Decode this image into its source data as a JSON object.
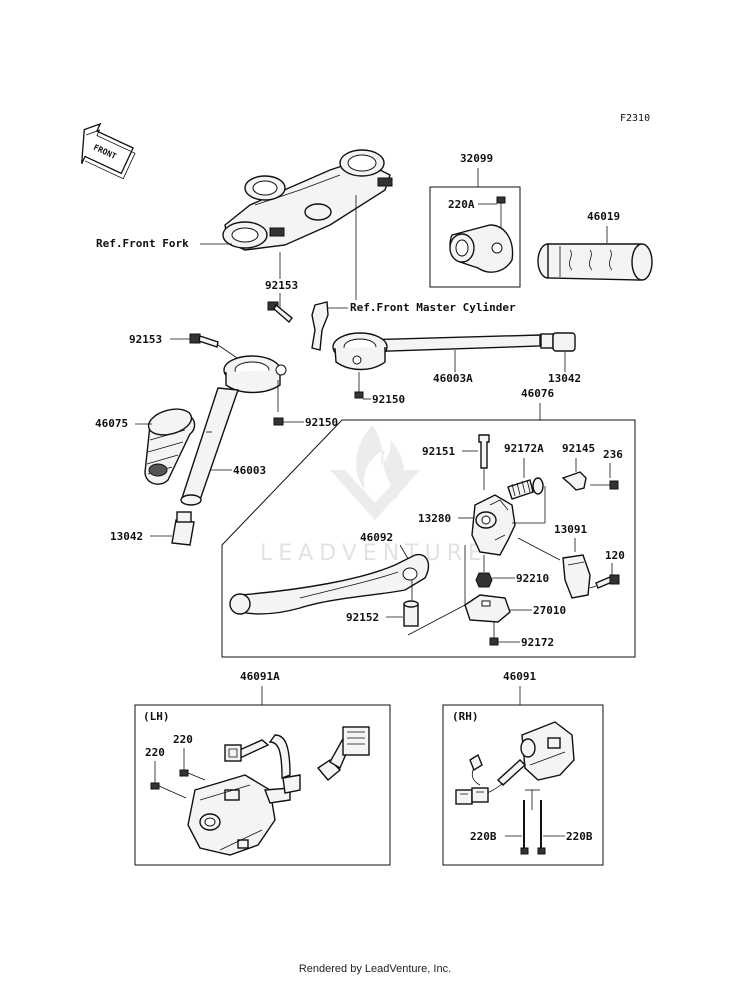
{
  "figure_code": "F2310",
  "front_arrow_label": "FRONT",
  "watermark": "LEADVENTURE",
  "footer": "Rendered by LeadVenture, Inc.",
  "labels": {
    "p32099": "32099",
    "p220A": "220A",
    "p46019": "46019",
    "refFrontFork": "Ref.Front Fork",
    "p92153a": "92153",
    "refMaster": "Ref.Front Master Cylinder",
    "p92153b": "92153",
    "p46003A": "46003A",
    "p13042a": "13042",
    "p92150a": "92150",
    "p92150b": "92150",
    "p46076": "46076",
    "p46075": "46075",
    "p46003": "46003",
    "p13042b": "13042",
    "p92151": "92151",
    "p92172A": "92172A",
    "p92145": "92145",
    "p236": "236",
    "p13280": "13280",
    "p13091": "13091",
    "p46092": "46092",
    "p120": "120",
    "p92210": "92210",
    "p27010": "27010",
    "p92152": "92152",
    "p92172": "92172",
    "p46091A": "46091A",
    "p46091": "46091",
    "lh": "(LH)",
    "rh": "(RH)",
    "p220a": "220",
    "p220b": "220",
    "p220B1": "220B",
    "p220B2": "220B"
  }
}
